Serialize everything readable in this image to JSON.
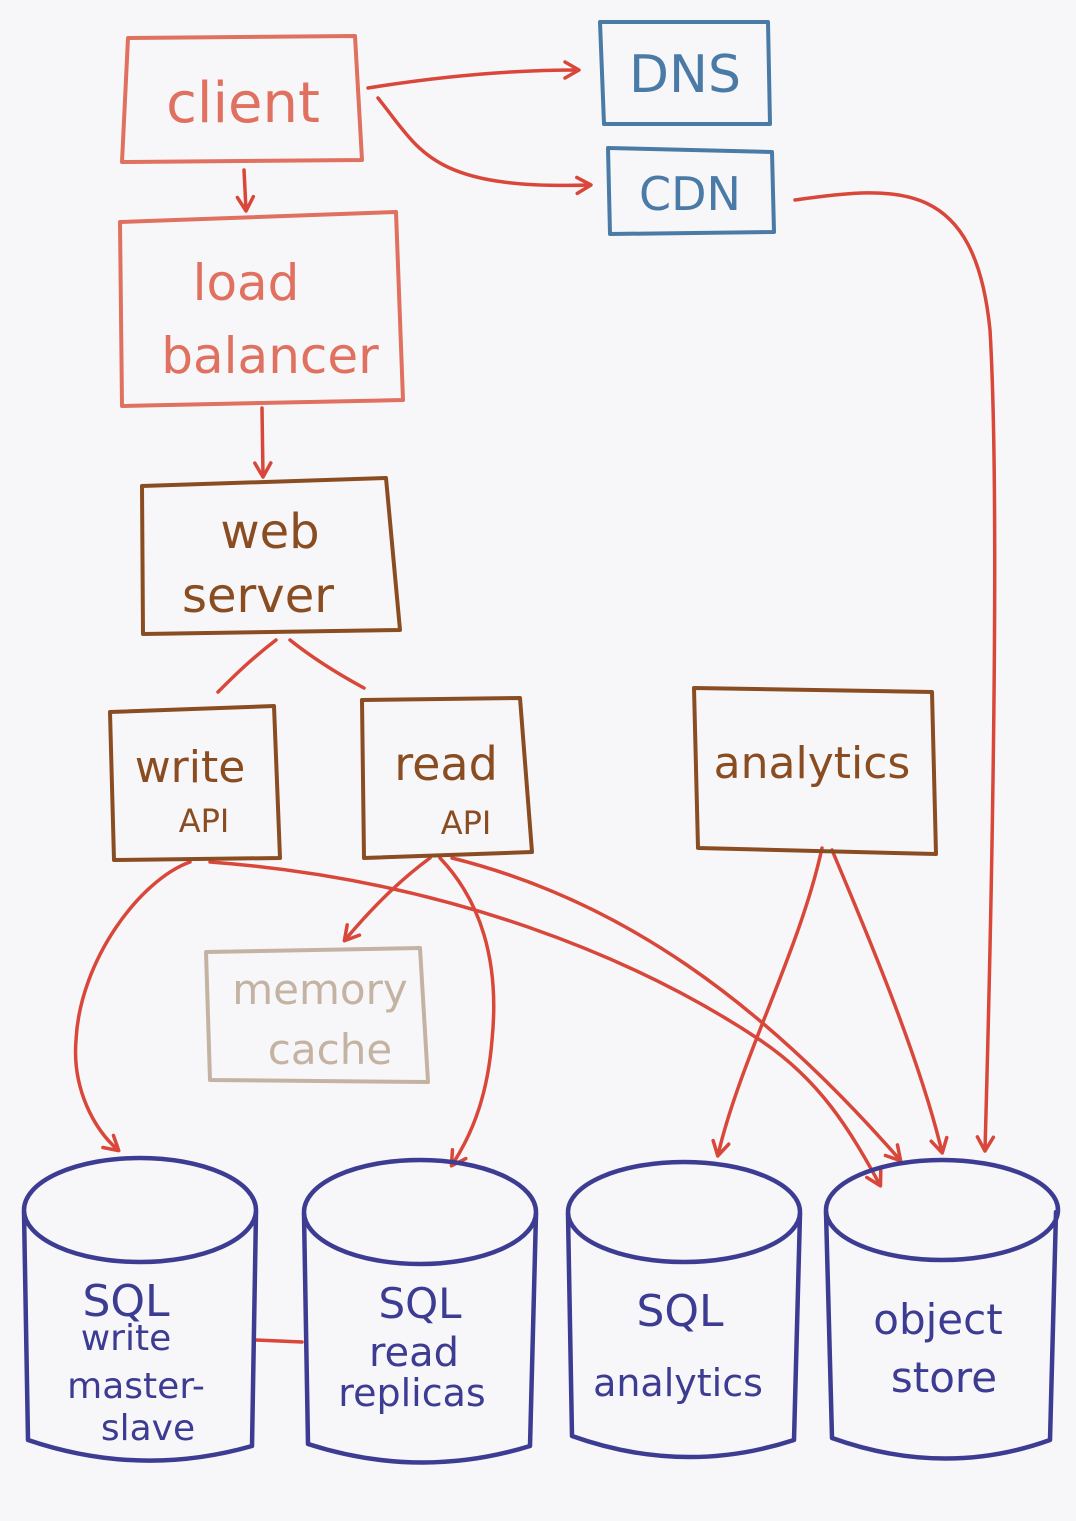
{
  "colors": {
    "client_red": "#e0705f",
    "arrow_red": "#d9473a",
    "dns_blue": "#4a7aa6",
    "server_brown": "#8a4d22",
    "cache_tan": "#c4b3a3",
    "db_navy": "#3d3c93",
    "background": "#f7f7f9"
  },
  "nodes": {
    "client": "client",
    "dns": "DNS",
    "cdn": "CDN",
    "load_balancer": [
      "load",
      "balancer"
    ],
    "web_server": [
      "web",
      "server"
    ],
    "write_api": [
      "write",
      "API"
    ],
    "read_api": [
      "read",
      "API"
    ],
    "analytics": "analytics",
    "memory_cache": [
      "memory",
      "cache"
    ]
  },
  "databases": {
    "sql_write": [
      "SQL",
      "write",
      "master-",
      "slave"
    ],
    "sql_read": [
      "SQL",
      "read",
      "replicas"
    ],
    "sql_analytics": [
      "SQL",
      "analytics"
    ],
    "object_store": [
      "object",
      "store"
    ]
  }
}
